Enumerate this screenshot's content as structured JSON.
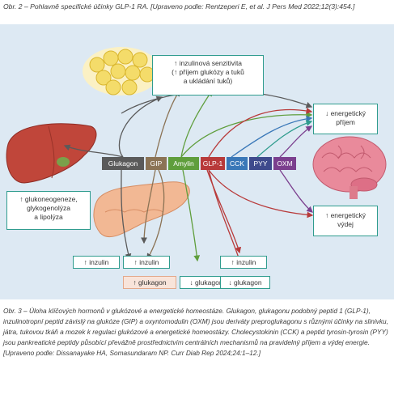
{
  "caption_top": "Obr. 2 – Pohlavně specifické účinky GLP-1 RA. [Upraveno podle: Rentzeperi E, et al. J Pers Med 2022;12(3):454.]",
  "caption_bottom": "Obr. 3 – Úloha klíčových hormonů v glukózové a energetické homeostáze. Glukagon, glukagonu podobný peptid 1 (GLP-1), inzulinotropní peptid závislý na glukóze (GIP) a oxyntomodulin (OXM) jsou deriváty preproglukagonu s různými účinky na slinivku, játra, tukovou tkáň a mozek k regulaci glukózové a energetické homeostázy. Cholecystokinin (CCK) a peptid tyrosin-tyrosin (PYY) jsou pankreatické peptidy působící převážně prostřednictvím centrálních mechanismů na pravidelný příjem a výdej energie. [Upraveno podle: Dissanayake HA, Somasundaram NP. Curr Diab Rep 2024;24:1–12.]",
  "hormones": [
    {
      "label": "Glukagon",
      "color": "#5a5a5a"
    },
    {
      "label": "GIP",
      "color": "#8b7355"
    },
    {
      "label": "Amylin",
      "color": "#5f9e3c"
    },
    {
      "label": "GLP-1",
      "color": "#b83a3a"
    },
    {
      "label": "CCK",
      "color": "#3a78b8"
    },
    {
      "label": "PYY",
      "color": "#3e4a8c"
    },
    {
      "label": "OXM",
      "color": "#7b3f8e"
    }
  ],
  "effects": {
    "insulin_sensitivity": [
      "↑ inzulinová senzitivita",
      "(↑ příjem glukózy a tuků",
      "a ukládání tuků)"
    ],
    "energy_intake": [
      "↓ energetický",
      "příjem"
    ],
    "energy_expenditure": [
      "↑ energetický",
      "výdej"
    ],
    "liver": [
      "↑ glukoneogeneze,",
      "glykogenolýza",
      "a lipolýza"
    ],
    "insulin_1": "↑ inzulin",
    "insulin_2": "↑ inzulin",
    "insulin_3": "↑ inzulin",
    "glucagon_up": "↑ glukagon",
    "glucagon_down_1": "↓ glukagon",
    "glucagon_down_2": "↓ glukagon"
  },
  "colors": {
    "panel": "#dde9f3",
    "box_border": "#2f9c8e",
    "pink_box": "#f8e4da"
  }
}
